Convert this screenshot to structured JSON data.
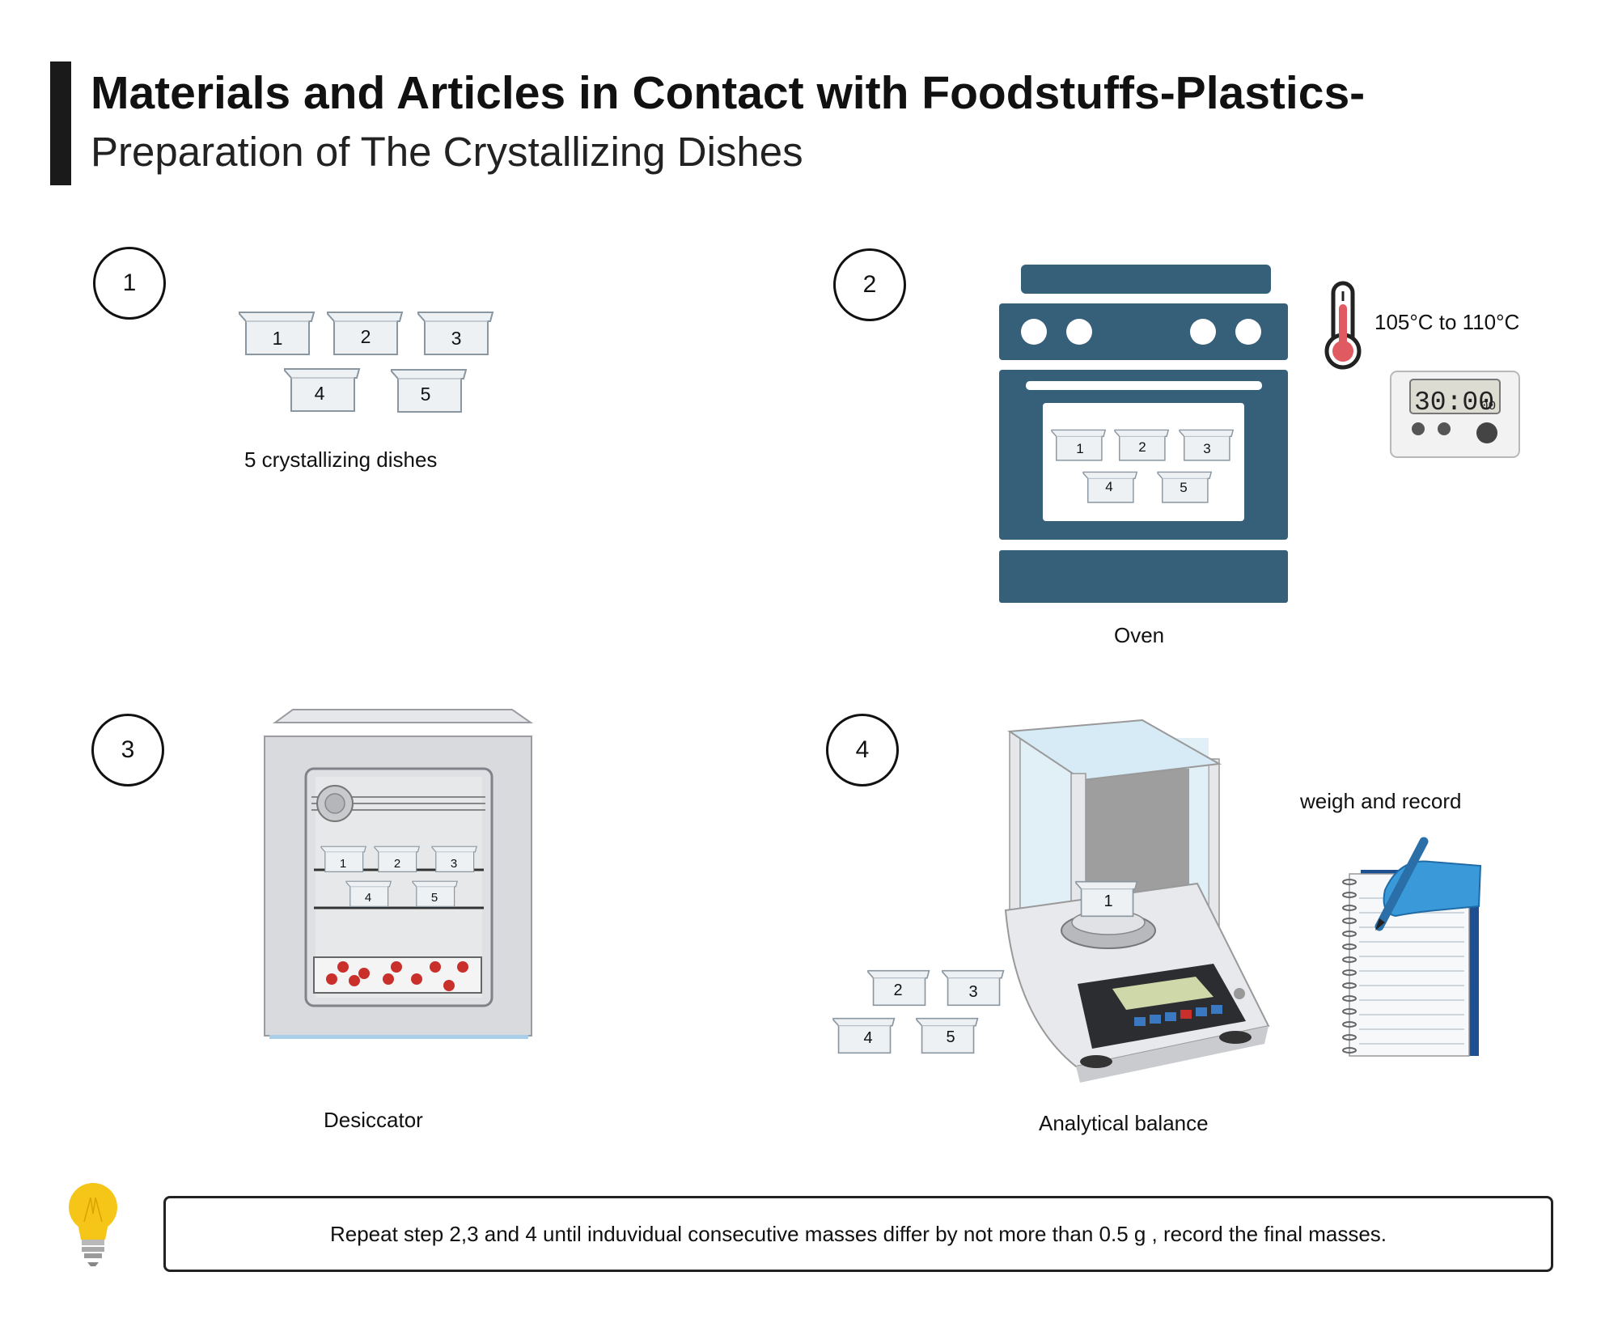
{
  "header": {
    "title": "Materials and Articles in Contact with Foodstuffs-Plastics-",
    "subtitle": "Preparation of The Crystallizing Dishes"
  },
  "steps": [
    {
      "number": "1",
      "caption": "5 crystallizing dishes"
    },
    {
      "number": "2",
      "caption": "Oven",
      "temperature": "105°C to 110°C",
      "timer": "30:00",
      "timer_small": "00"
    },
    {
      "number": "3",
      "caption": "Desiccator"
    },
    {
      "number": "4",
      "caption": "Analytical balance",
      "note": "weigh and record"
    }
  ],
  "dishes": [
    "1",
    "2",
    "3",
    "4",
    "5"
  ],
  "footer_note": "Repeat step 2,3 and 4 until induvidual consecutive masses differ by not more than 0.5 g , record the final masses.",
  "colors": {
    "oven": "#36607a",
    "dish_fill": "#eef1f4",
    "silica_gel": "#c9302c",
    "bulb": "#f5c518",
    "hand": "#3a9ad9",
    "notebook_spine": "#1d4f91"
  }
}
